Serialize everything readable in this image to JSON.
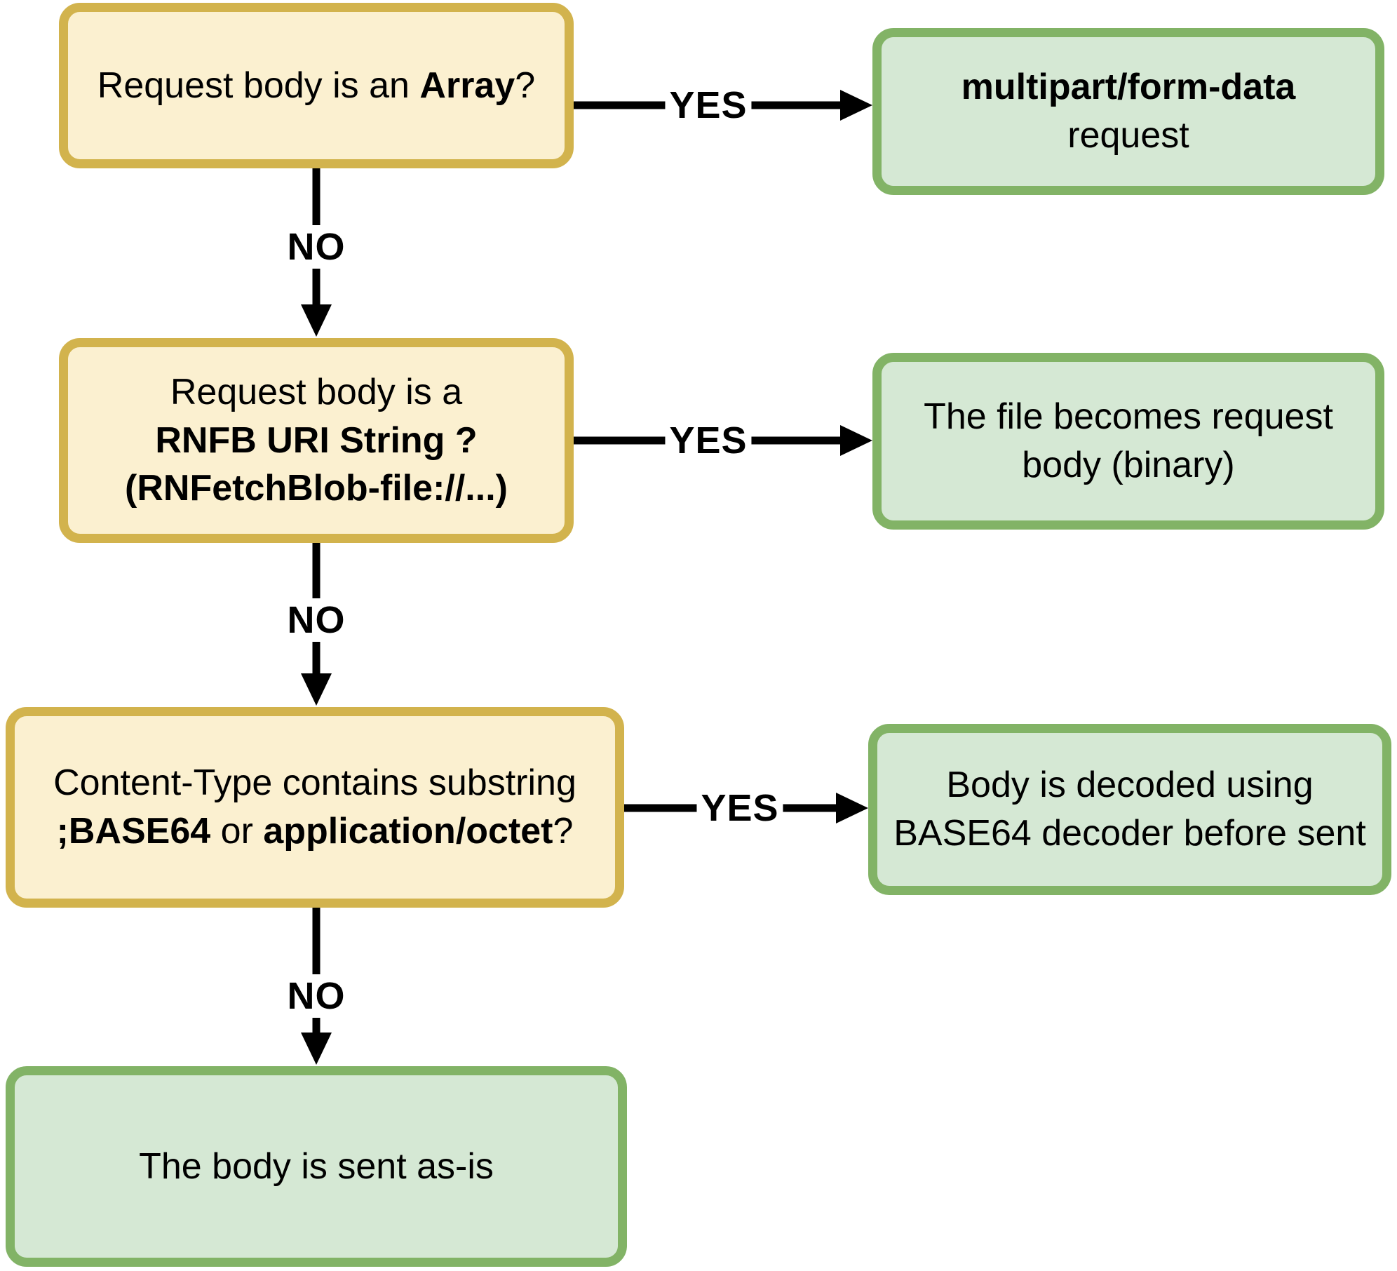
{
  "diagram": {
    "type": "flowchart",
    "colors": {
      "question_fill": "#FBF0D0",
      "question_border": "#D2B34D",
      "result_fill": "#D5E8D4",
      "result_border": "#82B366",
      "arrow": "#000000",
      "text": "#000000",
      "background": "#FFFFFF"
    },
    "nodes": {
      "q_array": {
        "pre": "Request body is an ",
        "bold": "Array",
        "post": "?"
      },
      "r_multipart": {
        "line1_bold": "multipart/form-data",
        "line2": "request"
      },
      "q_rnfb": {
        "line1": "Request body is a",
        "line2_bold": "RNFB URI String ?",
        "line3_bold": "(RNFetchBlob-file://...)"
      },
      "r_file": {
        "line1": "The file becomes request",
        "line2": "body (binary)"
      },
      "q_base64": {
        "line1": "Content-Type contains substring",
        "line2_bold1": ";BASE64",
        "line2_mid": " or ",
        "line2_bold2": "application/octet",
        "line2_post": "?"
      },
      "r_decoded": {
        "line1": "Body is decoded using",
        "line2": "BASE64 decoder before sent"
      },
      "r_asis": {
        "line1": "The body is sent as-is"
      }
    },
    "edge_labels": {
      "yes1": "YES",
      "yes2": "YES",
      "yes3": "YES",
      "no1": "NO",
      "no2": "NO",
      "no3": "NO"
    }
  }
}
